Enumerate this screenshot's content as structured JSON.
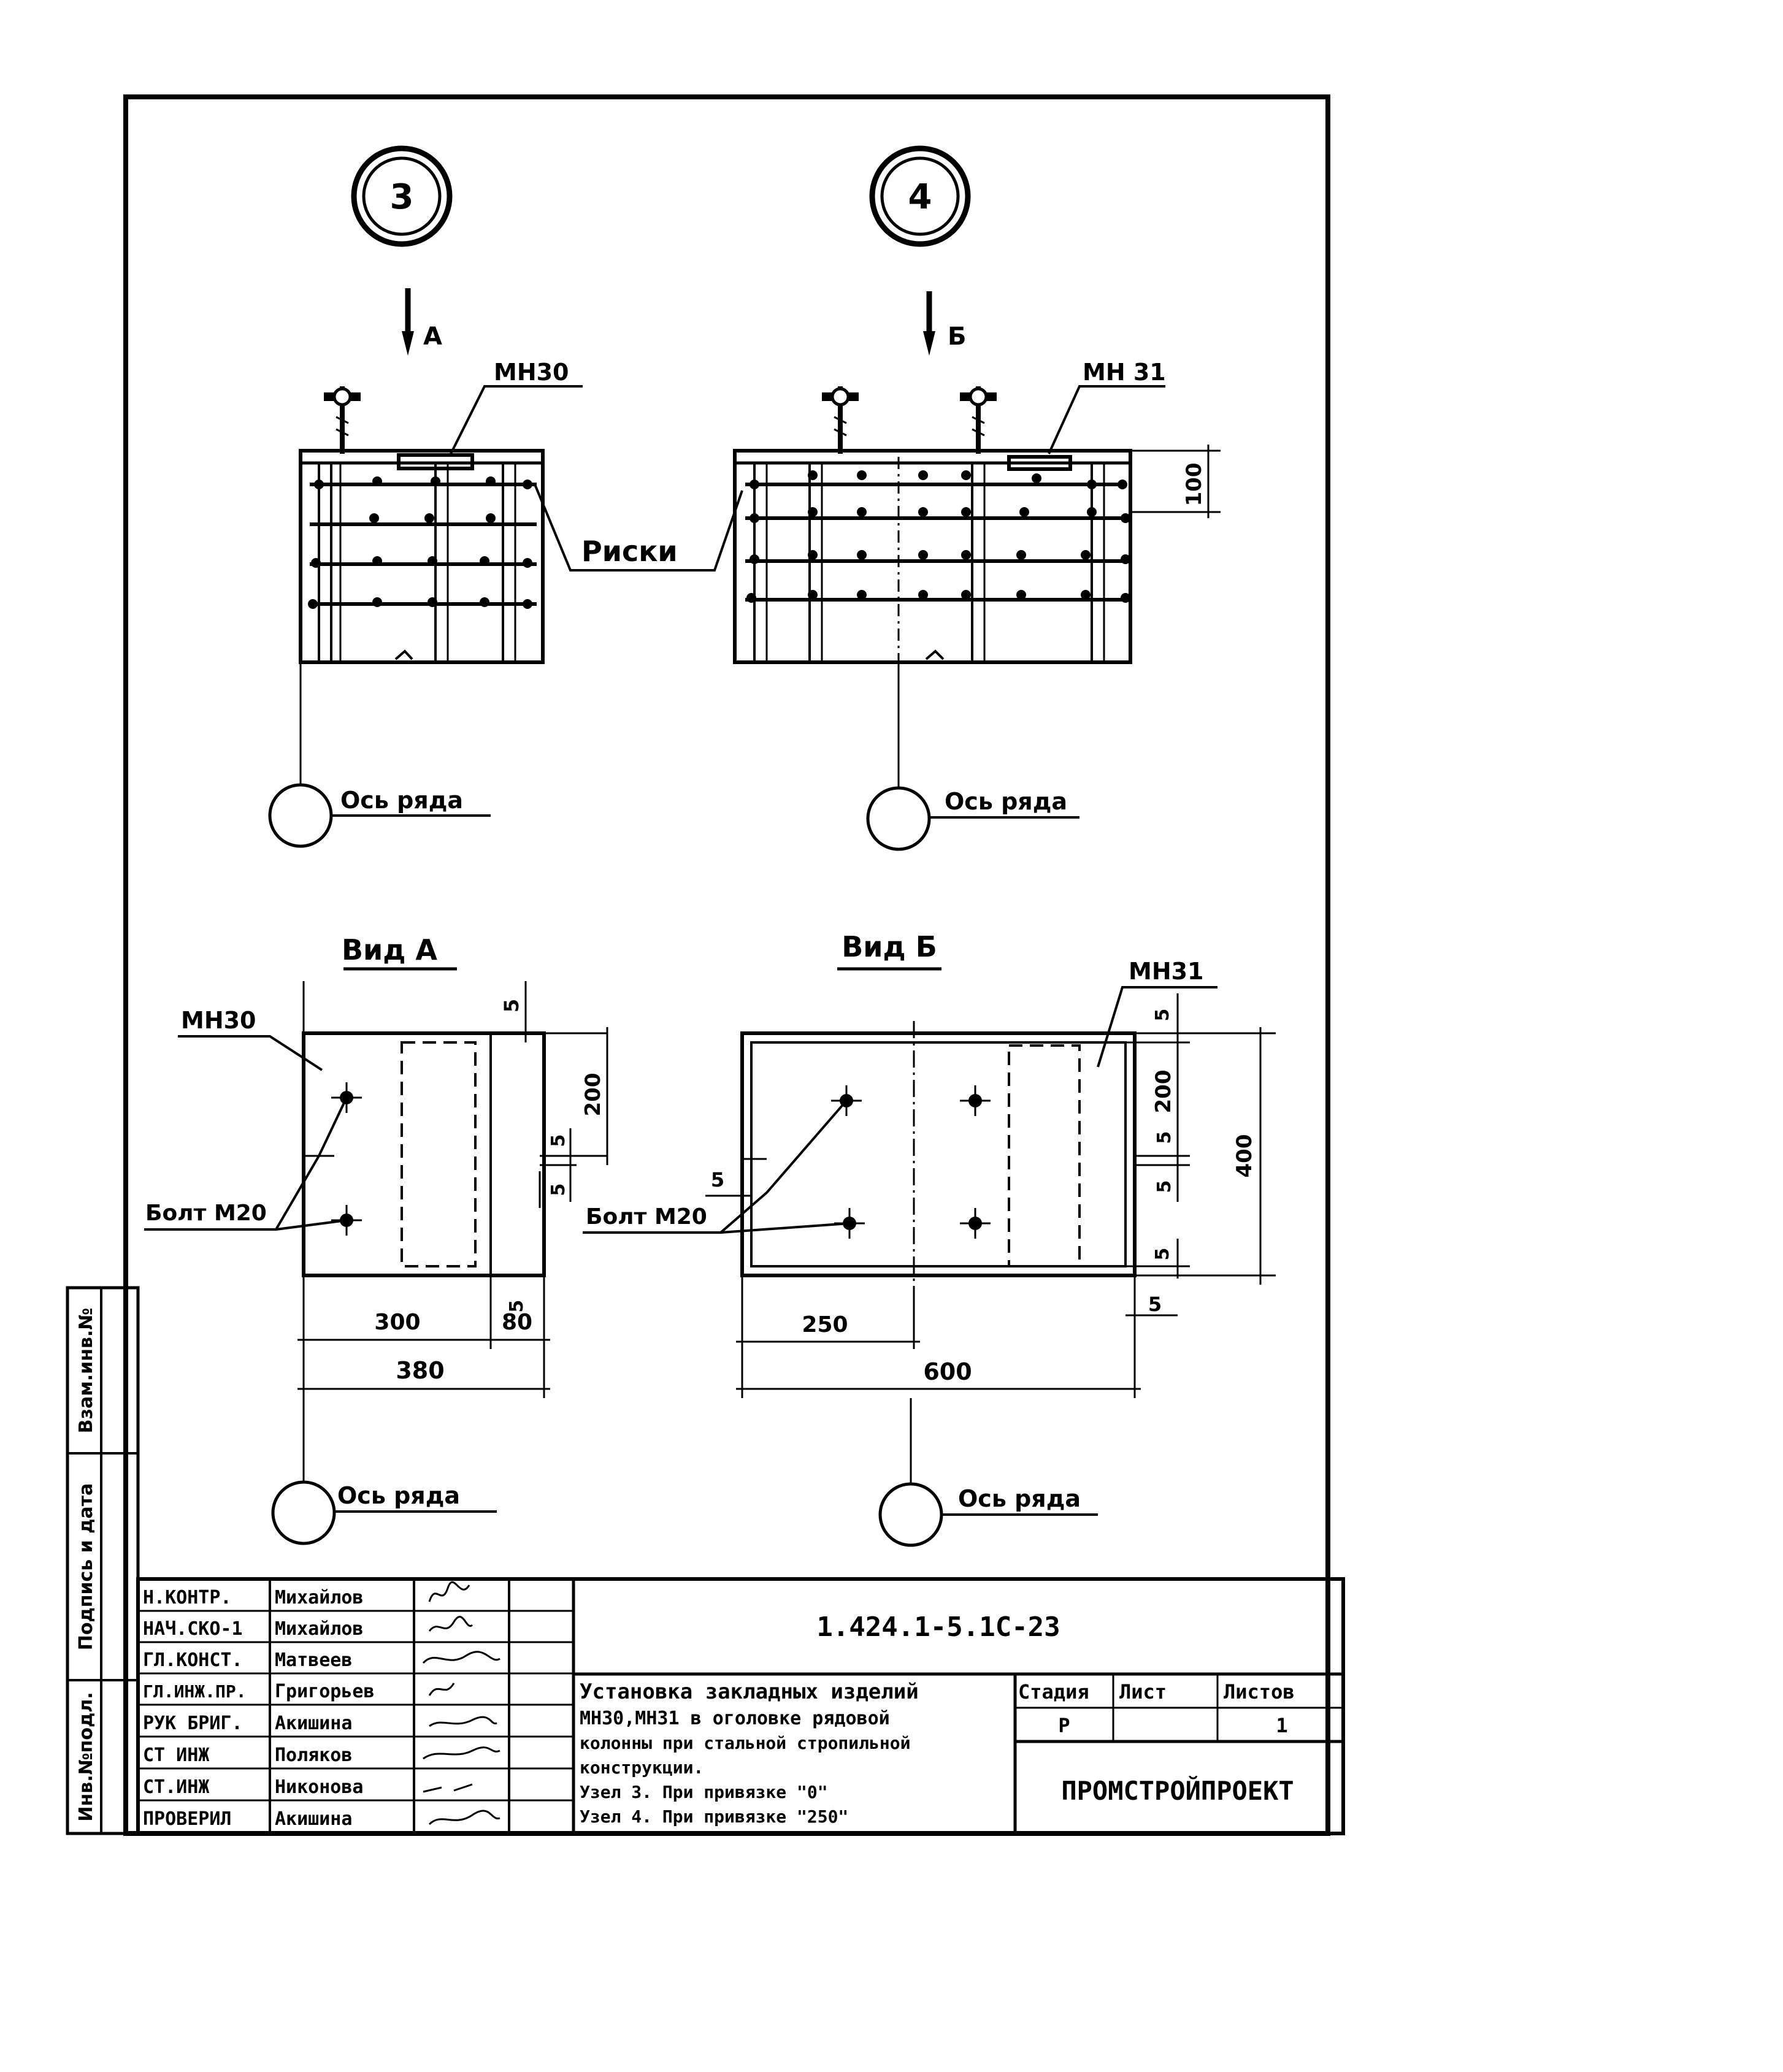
{
  "node_markers": [
    "3",
    "4"
  ],
  "view_arrows": [
    "А",
    "Б"
  ],
  "section_left": {
    "part": "МН30"
  },
  "section_right": {
    "part": "МН 31",
    "dim_height": "100"
  },
  "risks_label": "Риски",
  "axis_label": "Ось ряда",
  "view_a": {
    "title": "Вид А",
    "part": "МН30",
    "bolt": "Болт М20",
    "dims": {
      "top": "5",
      "height": "200",
      "side1": "5",
      "side2": "5",
      "bottom_right": "5",
      "w_left": "300",
      "w_right": "80",
      "w_total": "380"
    }
  },
  "view_b": {
    "title": "Вид Б",
    "part": "МН31",
    "bolt": "Болт М20",
    "dims": {
      "top": "5",
      "height": "200",
      "mid1": "5",
      "mid2": "5",
      "low": "5",
      "bottom": "5",
      "total_h": "400",
      "left5": "5",
      "w_half": "250",
      "w_total": "600"
    }
  },
  "side_stamp": [
    "Инв.№подл.",
    "Подпись и дата",
    "Взам.инв.№"
  ],
  "title_block": {
    "roles": [
      "Н.КОНТР.",
      "НАЧ.СКО-1",
      "ГЛ.КОНСТ.",
      "ГЛ.ИНЖ.ПР.",
      "РУК БРИГ.",
      "СТ ИНЖ",
      "СТ.ИНЖ",
      "ПРОВЕРИЛ"
    ],
    "names": [
      "Михайлов",
      "Михайлов",
      "Матвеев",
      "Григорьев",
      "Акишина",
      "Поляков",
      "Никонова",
      "Акишина"
    ],
    "doc_code": "1.424.1-5.1С-23",
    "description": [
      "Установка закладных изделий",
      "МН30,МН31 в оголовке рядовой",
      "колонны при стальной стропильной",
      "конструкции.",
      "Узел 3. При привязке \"0\"",
      "Узел 4. При привязке \"250\""
    ],
    "stage_header": "Стадия",
    "sheet_header": "Лист",
    "sheets_header": "Листов",
    "stage": "Р",
    "sheets": "1",
    "organization": "ПРОМСТРОЙПРОЕКТ"
  }
}
